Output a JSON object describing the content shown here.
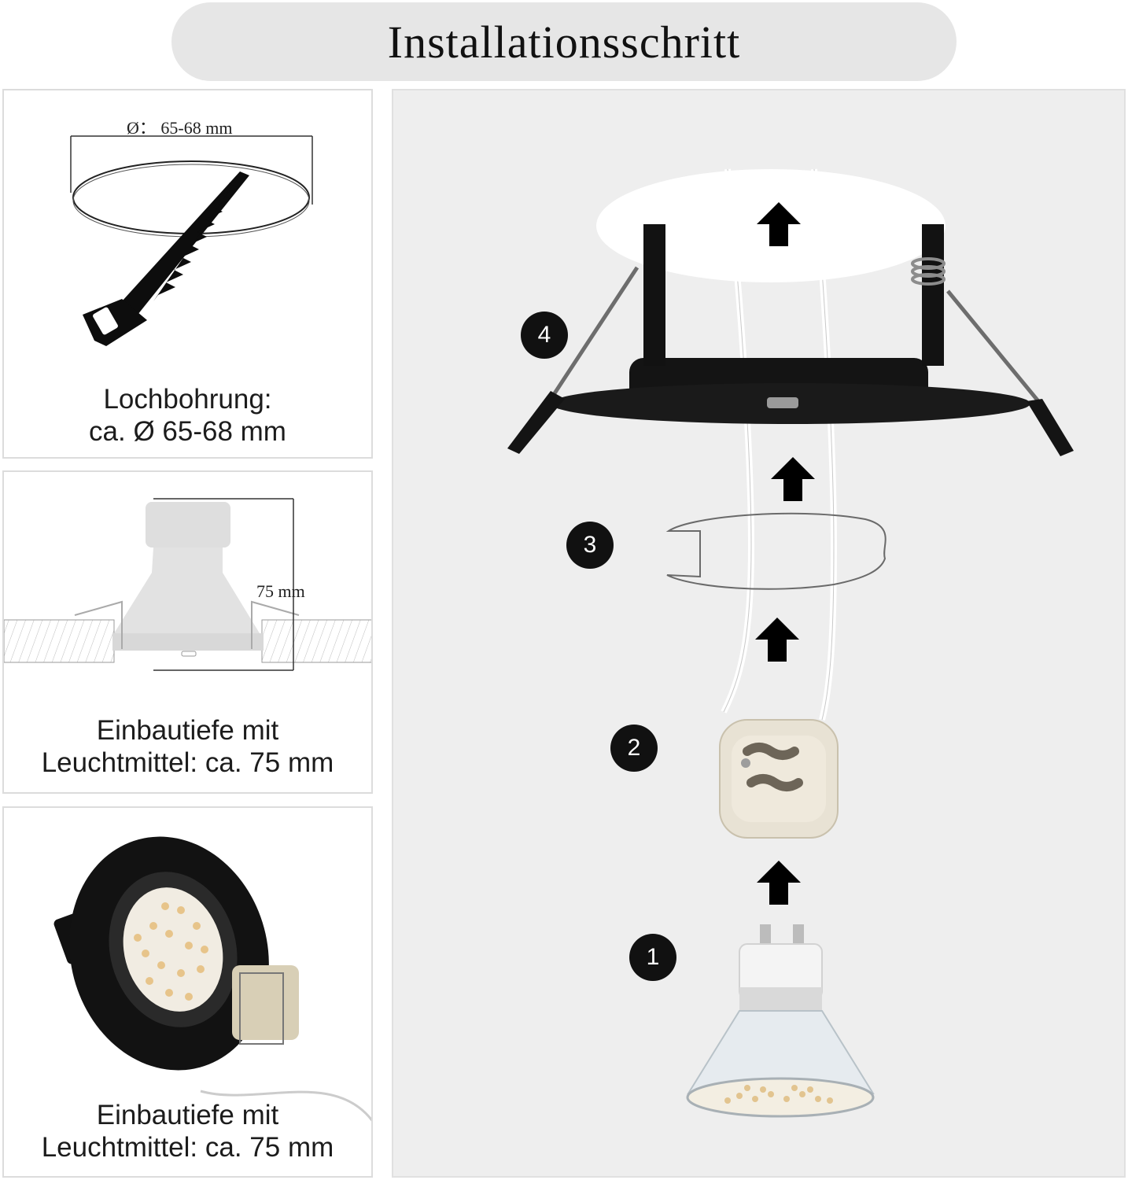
{
  "header": {
    "title": "Installationsschritt"
  },
  "panels": {
    "hole": {
      "dimension_label": "Ø： 65-68 mm",
      "caption_line1": "Lochbohrung:",
      "caption_line2": "ca. Ø 65-68 mm"
    },
    "depth": {
      "dimension_label": "75 mm",
      "caption_line1": "Einbautiefe mit",
      "caption_line2": "Leuchtmittel: ca. 75 mm"
    },
    "photo": {
      "caption_line1": "Einbautiefe mit",
      "caption_line2": "Leuchtmittel: ca. 75 mm"
    }
  },
  "steps": [
    "1",
    "2",
    "3",
    "4"
  ],
  "colors": {
    "title_bg": "#e6e6e6",
    "panel_bg": "#eeeeee",
    "fixture": "#111111"
  }
}
